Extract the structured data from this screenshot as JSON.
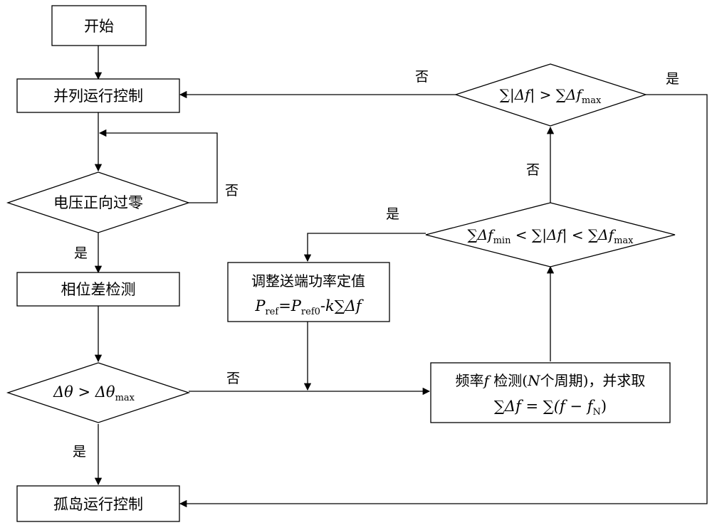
{
  "nodes": {
    "start": "开始",
    "parallel_control": "并列运行控制",
    "voltage_zero_cross": "电压正向过零",
    "phase_diff_detect": "相位差检测",
    "phase_compare": {
      "lhs": "Δθ > Δθ",
      "sub": "max"
    },
    "island_control": "孤岛运行控制",
    "freq_detect": {
      "line1_a": "频率",
      "line1_f": "f",
      "line1_b": " 检测(",
      "line1_n": "N",
      "line1_c": "个周期)，并求取",
      "line2": "∑Δf = ∑(f − f",
      "line2_sub": "N",
      "line2_end": ")"
    },
    "adjust_power": {
      "line1": "调整送端功率定值",
      "p": "P",
      "p_sub": "ref",
      "eq": "=P",
      "p0_sub": "ref0",
      "rest": "-k∑Δf"
    },
    "range_check": {
      "a": "∑Δf",
      "a_sub": "min",
      "mid": " < ∑|Δf| < ∑Δf",
      "b_sub": "max"
    },
    "max_check": {
      "a": "∑|Δf| > ∑Δf",
      "a_sub": "max"
    }
  },
  "edge_labels": {
    "no_zero_cross": "否",
    "yes_zero_cross": "是",
    "no_phase": "否",
    "yes_phase": "是",
    "yes_range": "是",
    "no_range": "否",
    "no_max": "否",
    "yes_max": "是"
  }
}
